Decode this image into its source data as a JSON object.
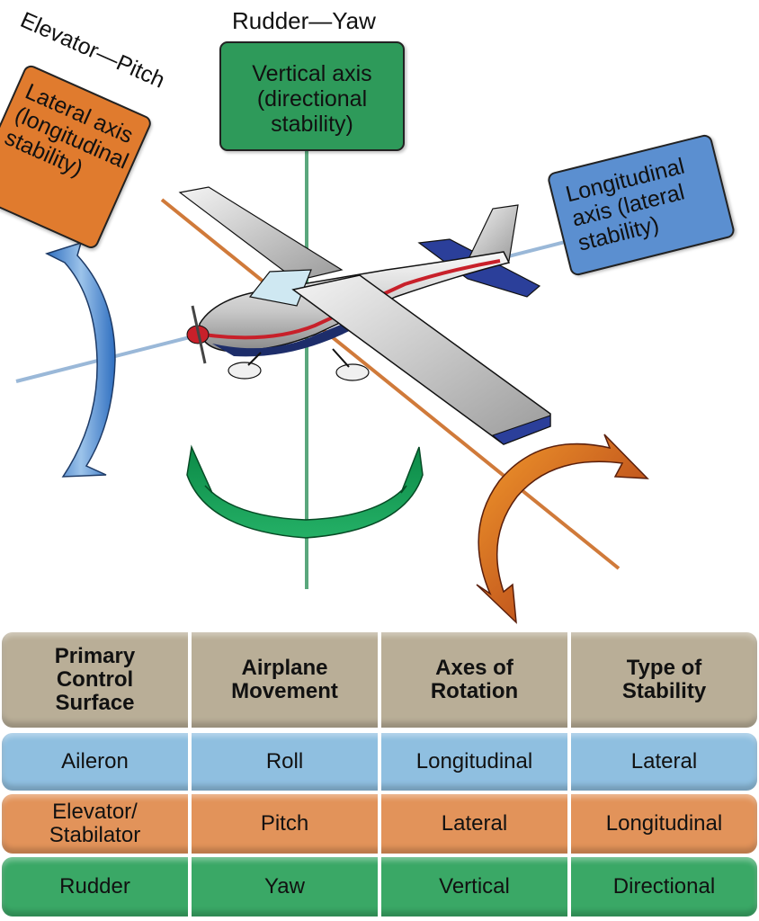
{
  "labels": {
    "rudder_title": "Rudder—Yaw",
    "elevator_title": "Elevator—Pitch",
    "aileron_title": "Aileron—Roll"
  },
  "boxes": {
    "vertical": "Vertical axis\n(directional\nstability)",
    "lateral": "Lateral axis\n(longitudinal\nstability)",
    "longitudinal": "Longitudinal\naxis (lateral\nstability)"
  },
  "table": {
    "headers": [
      "Primary\nControl\nSurface",
      "Airplane\nMovement",
      "Axes of\nRotation",
      "Type of\nStability"
    ],
    "rows": [
      [
        "Aileron",
        "Roll",
        "Longitudinal",
        "Lateral"
      ],
      [
        "Elevator/\nStabilator",
        "Pitch",
        "Lateral",
        "Longitudinal"
      ],
      [
        "Rudder",
        "Yaw",
        "Vertical",
        "Directional"
      ]
    ]
  },
  "colors": {
    "header_row": "#b9ae97",
    "aileron_row": "#8fbfe0",
    "elevator_row": "#e2935a",
    "rudder_row": "#3aa866",
    "vertical_box": "#2e9a5a",
    "lateral_box": "#e07b2e",
    "longitudinal_box": "#5b8fd0"
  }
}
